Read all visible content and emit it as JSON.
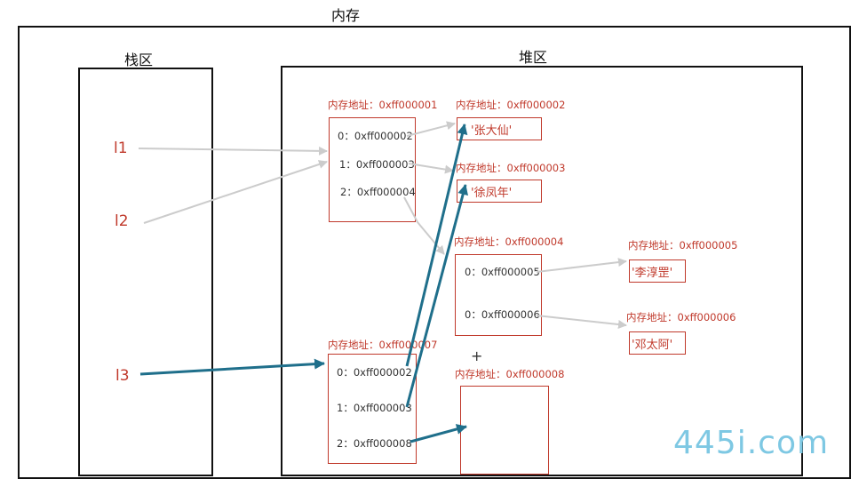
{
  "memory": {
    "title": "内存"
  },
  "stack": {
    "title": "栈区",
    "vars": [
      "l1",
      "l2",
      "l3"
    ]
  },
  "heap": {
    "title": "堆区"
  },
  "blocks": {
    "b1": {
      "addr": "内存地址：0xff000001",
      "cells": [
        "0：0xff000002",
        "1：0xff000003",
        "2：0xff000004"
      ]
    },
    "b2": {
      "addr": "内存地址：0xff000002",
      "value": "'张大仙'"
    },
    "b3": {
      "addr": "内存地址：0xff000003",
      "value": "'徐凤年'"
    },
    "b4": {
      "addr": "内存地址：0xff000004",
      "cells": [
        "0：0xff000005",
        "0：0xff000006"
      ]
    },
    "b5": {
      "addr": "内存地址：0xff000005",
      "value": "'李淳罡'"
    },
    "b6": {
      "addr": "内存地址：0xff000006",
      "value": "'邓太阿'"
    },
    "b7": {
      "addr": "内存地址：0xff000007",
      "cells": [
        "0：0xff000002",
        "1：0xff000003",
        "2：0xff000008"
      ]
    },
    "b8": {
      "addr": "内存地址：0xff000008"
    }
  },
  "watermark": "445i.com",
  "colors": {
    "accent": "#c0392b",
    "arrow_gray": "#cccccc",
    "arrow_teal": "#1f6f8b",
    "watermark": "#7ec8e3"
  }
}
